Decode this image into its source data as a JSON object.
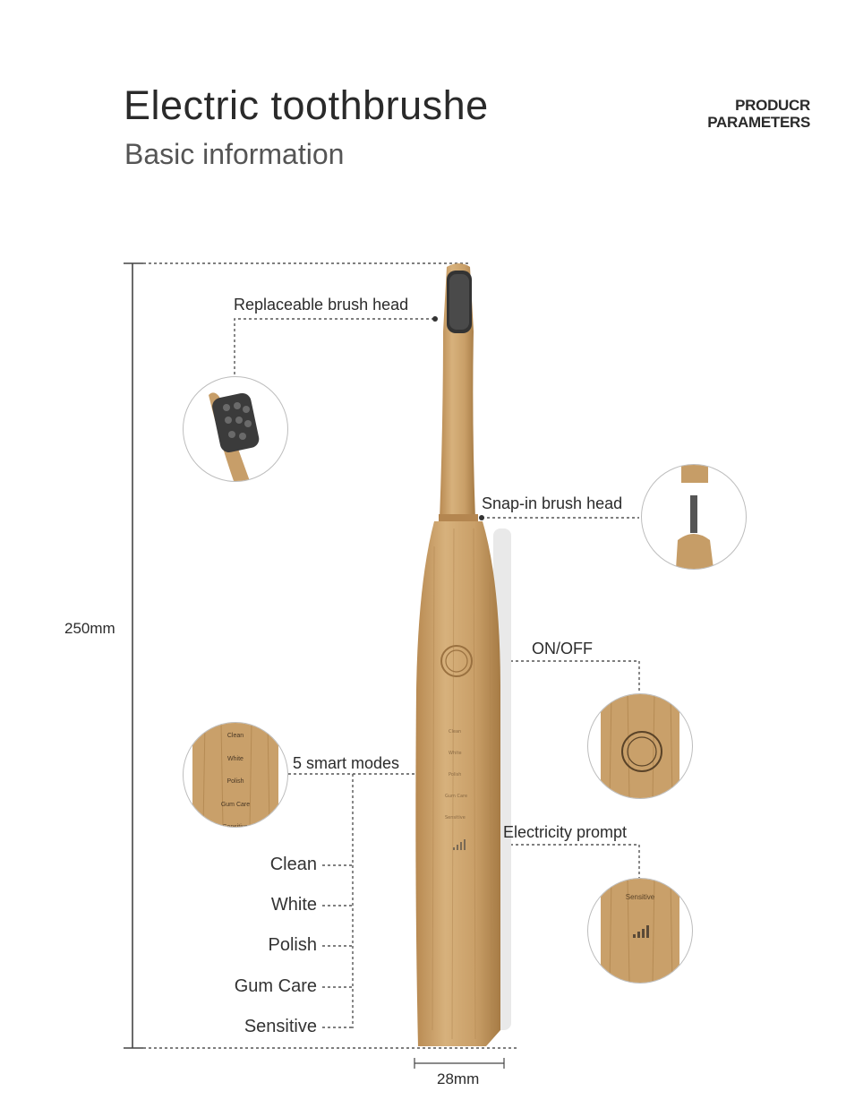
{
  "header": {
    "title": "Electric toothbrushe",
    "subtitle": "Basic information",
    "params_line1": "PRODUCR",
    "params_line2": "PARAMETERS"
  },
  "dimensions": {
    "height": "250mm",
    "width": "28mm"
  },
  "callouts": {
    "brush_head": "Replaceable brush head",
    "snap_in": "Snap-in brush head",
    "on_off": "ON/OFF",
    "modes": "5 smart modes",
    "electricity": "Electricity prompt"
  },
  "modes": [
    "Clean",
    "White",
    "Polish",
    "Gum Care",
    "Sensitive"
  ],
  "battery_label": "Sensitive",
  "colors": {
    "bamboo": "#c9a16a",
    "bamboo_dark": "#a97e47",
    "bristle": "#3a3a3a",
    "line": "#444444"
  }
}
